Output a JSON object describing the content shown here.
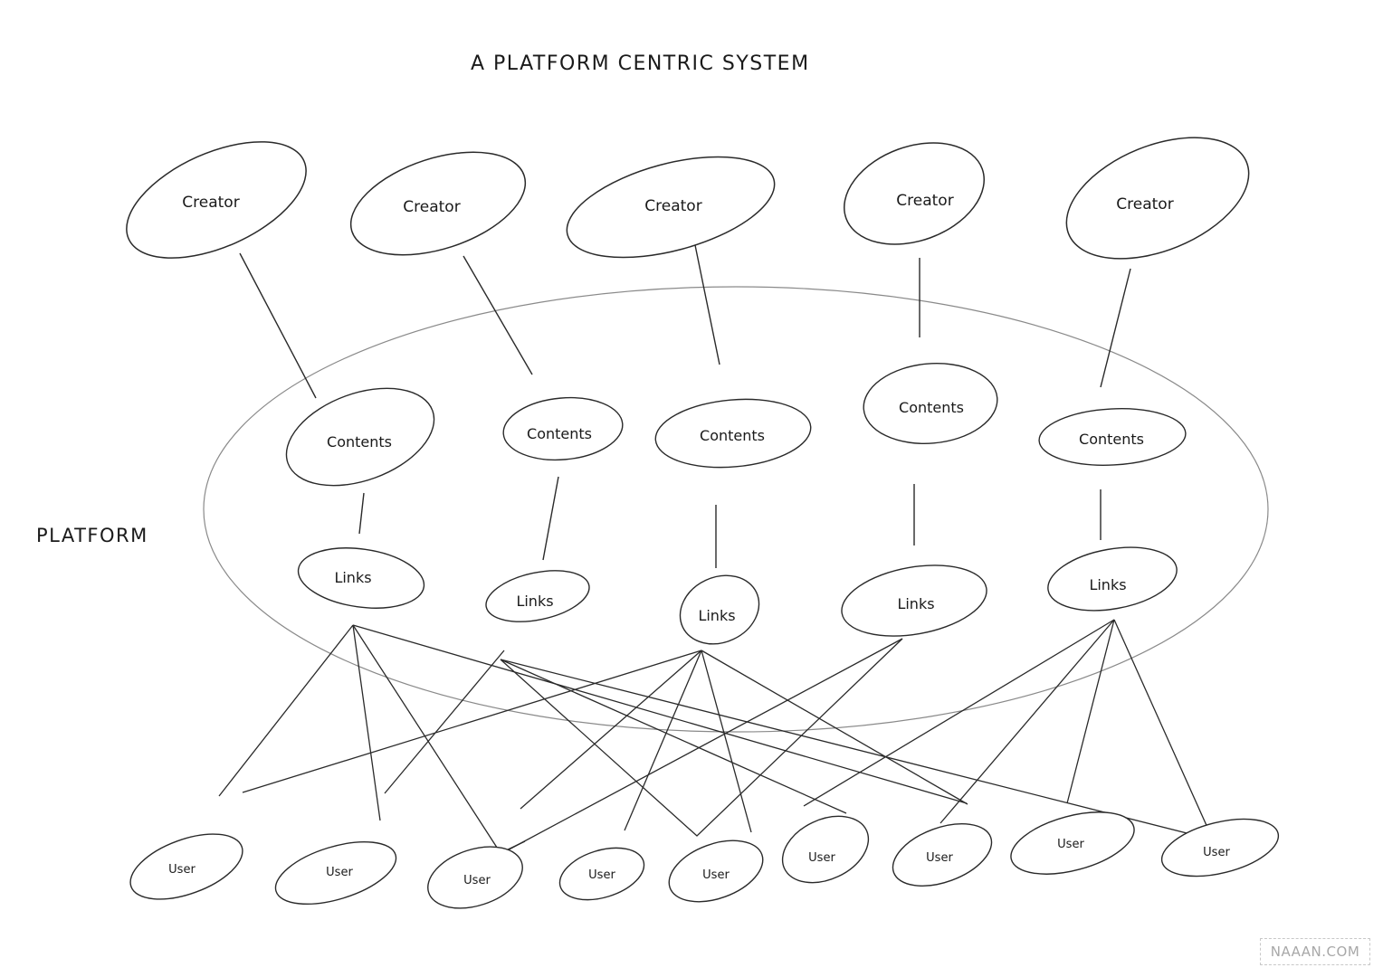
{
  "title": "A PLATFORM CENTRIC SYSTEM",
  "platform_label": "PLATFORM",
  "watermark": "NAAAN.COM",
  "colors": {
    "stroke": "#2a2a2a",
    "platform_stroke": "#8a8a8a",
    "background": "#ffffff",
    "watermark": "#a8a8a8"
  },
  "creators": [
    {
      "label": "Creator"
    },
    {
      "label": "Creator"
    },
    {
      "label": "Creator"
    },
    {
      "label": "Creator"
    },
    {
      "label": "Creator"
    }
  ],
  "contents": [
    {
      "label": "Contents"
    },
    {
      "label": "Contents"
    },
    {
      "label": "Contents"
    },
    {
      "label": "Contents"
    },
    {
      "label": "Contents"
    }
  ],
  "links": [
    {
      "label": "Links"
    },
    {
      "label": "Links"
    },
    {
      "label": "Links"
    },
    {
      "label": "Links"
    },
    {
      "label": "Links"
    }
  ],
  "users": [
    {
      "label": "User"
    },
    {
      "label": "User"
    },
    {
      "label": "User"
    },
    {
      "label": "User"
    },
    {
      "label": "User"
    },
    {
      "label": "User"
    },
    {
      "label": "User"
    },
    {
      "label": "User"
    },
    {
      "label": "User"
    }
  ],
  "relations": {
    "creator_to_contents": [
      [
        0,
        0
      ],
      [
        1,
        1
      ],
      [
        2,
        2
      ],
      [
        3,
        3
      ],
      [
        4,
        4
      ]
    ],
    "contents_to_links": [
      [
        0,
        0
      ],
      [
        1,
        1
      ],
      [
        2,
        2
      ],
      [
        3,
        3
      ],
      [
        4,
        4
      ]
    ]
  }
}
